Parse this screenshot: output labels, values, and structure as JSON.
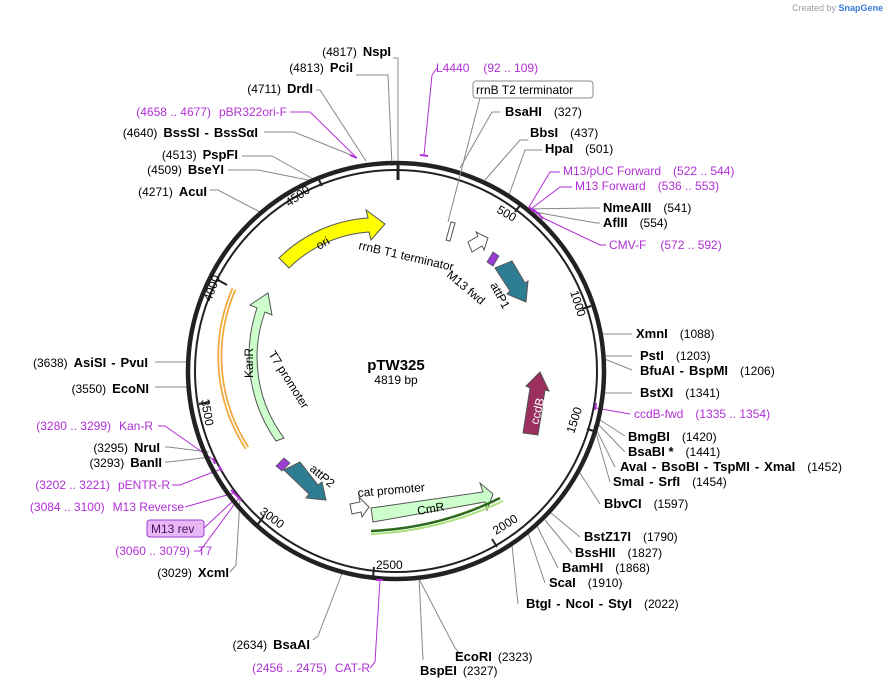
{
  "header": {
    "created_by": "Created by",
    "brand": "SnapGene"
  },
  "plasmid": {
    "name": "pTW325",
    "size_label": "4819 bp"
  },
  "ticks": [
    "500",
    "1000",
    "1500",
    "2000",
    "2500",
    "3000",
    "3500",
    "4000",
    "4500"
  ],
  "features": {
    "ori": "ori",
    "kanr": "KanR",
    "cmr": "CmR",
    "ccdb": "ccdB",
    "rrnb_t1": "rrnB T1 terminator",
    "rrnb_t2": "rrnB T2 terminator",
    "m13_fwd": "M13 fwd",
    "attp1": "attP1",
    "attp2": "attP2",
    "t7_promoter": "T7 promoter",
    "cat_promoter": "cat promoter",
    "m13_rev_box": "M13 rev"
  },
  "sites": {
    "nspi": {
      "pos": "(4817)",
      "name": "NspI"
    },
    "pcii": {
      "pos": "(4813)",
      "name": "PciI"
    },
    "drdi": {
      "pos": "(4711)",
      "name": "DrdI"
    },
    "bsssi": {
      "pos": "(4640)",
      "name": "BssSI",
      "sep": "-",
      "name2": "BssSαI"
    },
    "pspfi": {
      "pos": "(4513)",
      "name": "PspFI"
    },
    "bseyi": {
      "pos": "(4509)",
      "name": "BseYI"
    },
    "acui": {
      "pos": "(4271)",
      "name": "AcuI"
    },
    "asisi": {
      "pos": "(3638)",
      "name": "AsiSI",
      "sep": "-",
      "name2": "PvuI"
    },
    "econi": {
      "pos": "(3550)",
      "name": "EcoNI"
    },
    "nrui": {
      "pos": "(3295)",
      "name": "NruI"
    },
    "banii": {
      "pos": "(3293)",
      "name": "BanII"
    },
    "xcmi": {
      "pos": "(3029)",
      "name": "XcmI"
    },
    "bsaai": {
      "pos": "(2634)",
      "name": "BsaAI"
    },
    "ecori": {
      "name": "EcoRI",
      "pos": "(2323)"
    },
    "bspei": {
      "name": "BspEI",
      "pos": "(2327)"
    },
    "bsahi": {
      "name": "BsaHI",
      "pos": "(327)"
    },
    "bbsi": {
      "name": "BbsI",
      "pos": "(437)"
    },
    "hpai": {
      "name": "HpaI",
      "pos": "(501)"
    },
    "nmeaiii": {
      "name": "NmeAIII",
      "pos": "(541)"
    },
    "aflii": {
      "name": "AflII",
      "pos": "(554)"
    },
    "xmni": {
      "name": "XmnI",
      "pos": "(1088)"
    },
    "psti": {
      "name": "PstI",
      "pos": "(1203)"
    },
    "bfuai": {
      "name": "BfuAI",
      "sep": "-",
      "name2": "BspMI",
      "pos": "(1206)"
    },
    "bstxi": {
      "name": "BstXI",
      "pos": "(1341)"
    },
    "bmgbi": {
      "name": "BmgBI",
      "pos": "(1420)"
    },
    "bsabi": {
      "name": "BsaBI *",
      "pos": "(1441)"
    },
    "avai": {
      "name": "AvaI",
      "sep": "-",
      "name2": "BsoBI",
      "sep2": "-",
      "name3": "TspMI",
      "sep3": "-",
      "name4": "XmaI",
      "pos": "(1452)"
    },
    "smai": {
      "name": "SmaI",
      "sep": "-",
      "name2": "SrfI",
      "pos": "(1454)"
    },
    "bbvci": {
      "name": "BbvCI",
      "pos": "(1597)"
    },
    "bstz17i": {
      "name": "BstZ17I",
      "pos": "(1790)"
    },
    "bsshii": {
      "name": "BssHII",
      "pos": "(1827)"
    },
    "bamhi": {
      "name": "BamHI",
      "pos": "(1868)"
    },
    "scai": {
      "name": "ScaI",
      "pos": "(1910)"
    },
    "btgi": {
      "name": "BtgI",
      "sep": "-",
      "name2": "NcoI",
      "sep2": "-",
      "name3": "StyI",
      "pos": "(2022)"
    }
  },
  "primers": {
    "l4440": {
      "name": "L4440",
      "range": "(92 .. 109)"
    },
    "pbr322ori": {
      "range": "(4658 .. 4677)",
      "name": "pBR322ori-F"
    },
    "m13puc": {
      "name": "M13/pUC Forward",
      "range": "(522 .. 544)"
    },
    "m13fwd": {
      "name": "M13 Forward",
      "range": "(536 .. 553)"
    },
    "cmvf": {
      "name": "CMV-F",
      "range": "(572 .. 592)"
    },
    "ccdbfwd": {
      "name": "ccdB-fwd",
      "range": "(1335 .. 1354)"
    },
    "kanr": {
      "range": "(3280 .. 3299)",
      "name": "Kan-R"
    },
    "pentr": {
      "range": "(3202 .. 3221)",
      "name": "pENTR-R"
    },
    "m13rev": {
      "range": "(3084 .. 3100)",
      "name": "M13 Reverse"
    },
    "t7": {
      "range": "(3060 .. 3079)",
      "name": "T7"
    },
    "catr": {
      "range": "(2456 .. 2475)",
      "name": "CAT-R"
    }
  },
  "colors": {
    "backbone": "#222222",
    "primer": "#b12fd6",
    "ori": "#ffff00",
    "resistance": "#ccffcc",
    "ccdb": "#9b2f5e",
    "att": "#2f7d92",
    "orange": "#f2a93b"
  }
}
